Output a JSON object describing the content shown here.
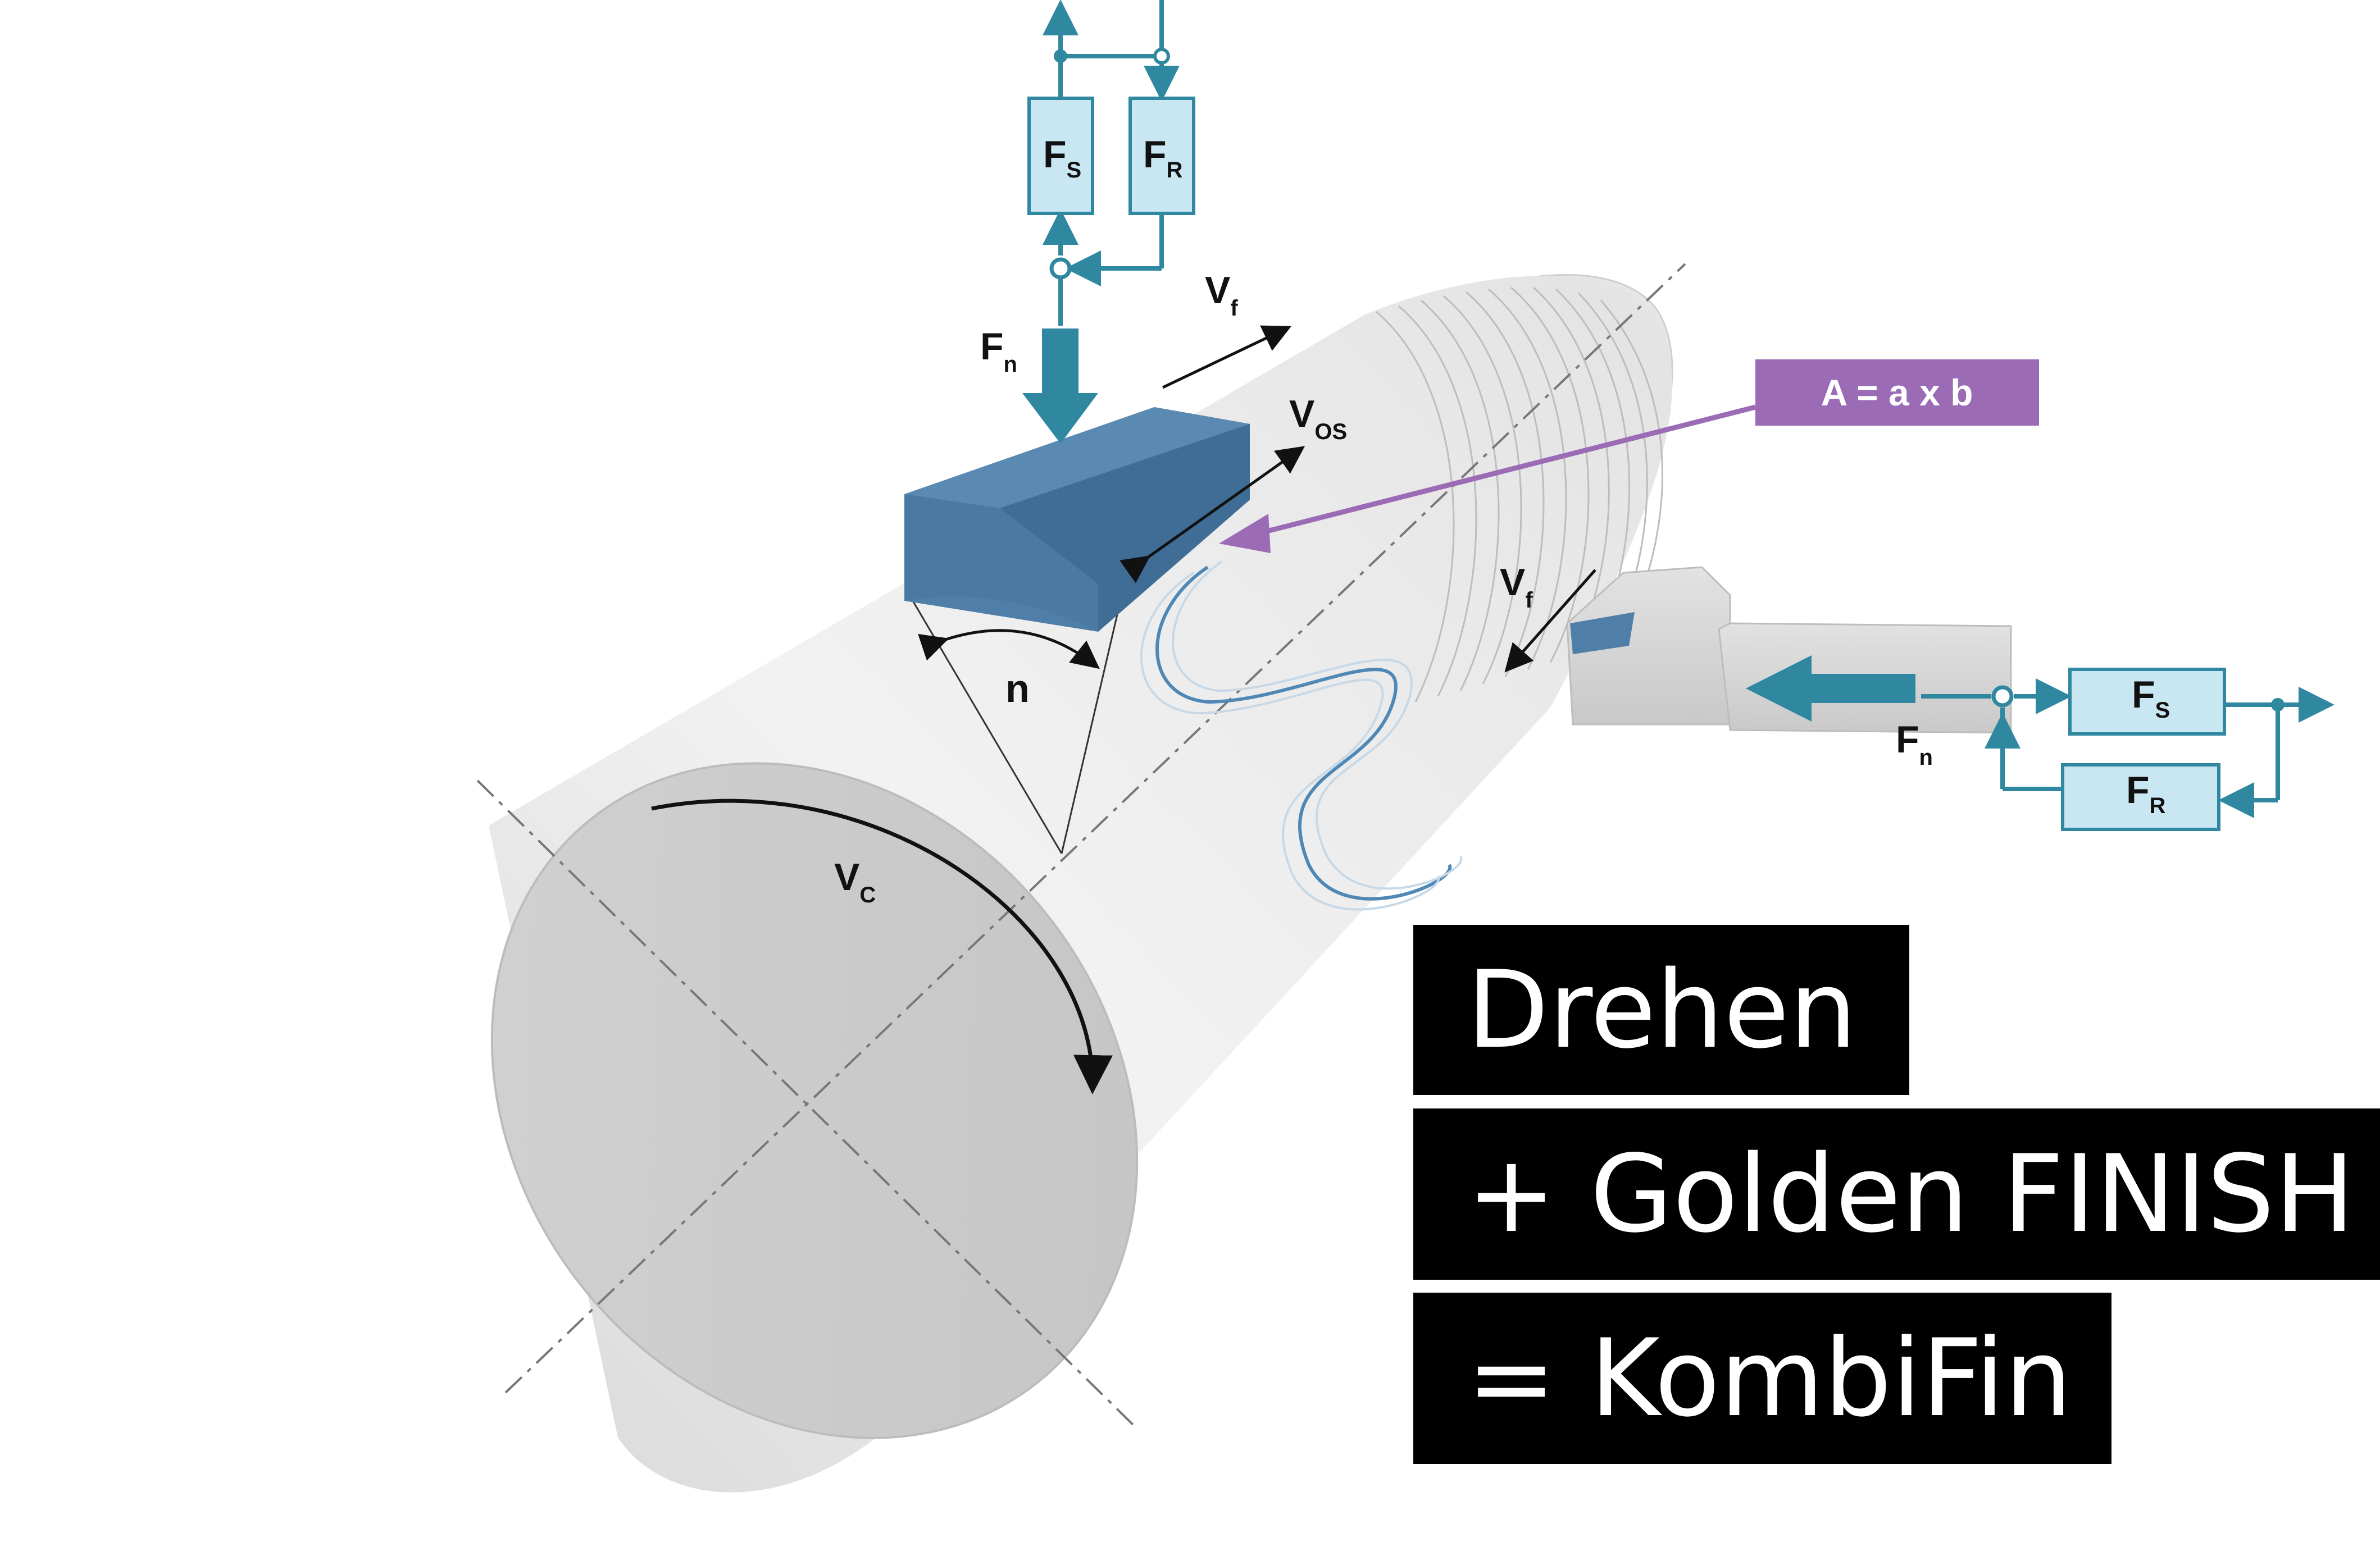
{
  "diagram": {
    "labels": {
      "fs_top": "F",
      "fs_top_sub": "S",
      "fr_top": "F",
      "fr_top_sub": "R",
      "fn_top": "F",
      "fn_top_sub": "n",
      "vf_top": "V",
      "vf_top_sub": "f",
      "vos": "V",
      "vos_sub": "OS",
      "area": "A = a x b",
      "vf_right": "V",
      "vf_right_sub": "f",
      "n": "n",
      "vc": "V",
      "vc_sub": "C",
      "fn_right": "F",
      "fn_right_sub": "n",
      "fs_right": "F",
      "fs_right_sub": "S",
      "fr_right": "F",
      "fr_right_sub": "R"
    },
    "colors": {
      "teal": "#2f87a0",
      "box_fill": "#c9e6f3",
      "box_stroke": "#2f87a0",
      "purple": "#9b6bb5",
      "tool_block": "#4f7fa8",
      "caption_bg": "#000000",
      "caption_text": "#ffffff"
    }
  },
  "captions": {
    "line1": "Drehen",
    "line2": "+ Golden FINISH",
    "line3": "= KombiFin"
  }
}
